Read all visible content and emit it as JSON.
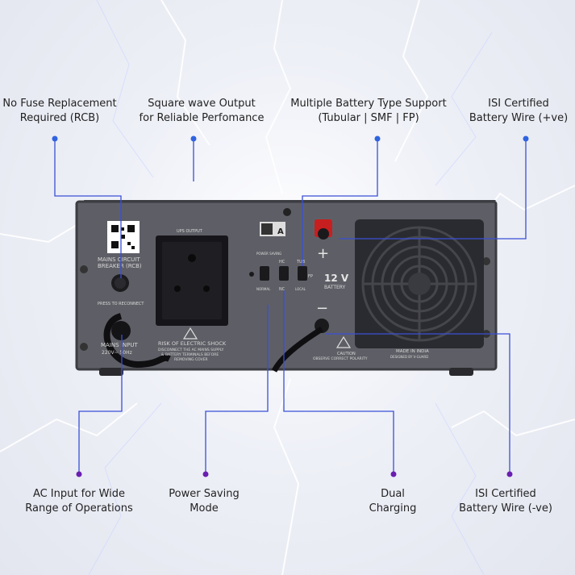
{
  "callouts_top": [
    {
      "id": "rcb",
      "line1": "No Fuse Replacement",
      "line2": "Required (RCB)"
    },
    {
      "id": "square",
      "line1": "Square wave Output",
      "line2": "for Reliable Perfomance"
    },
    {
      "id": "battery-type",
      "line1": "Multiple Battery Type Support",
      "line2": "(Tubular | SMF | FP)"
    },
    {
      "id": "wire-pos",
      "line1": "ISI Certified",
      "line2": "Battery Wire (+ve)"
    }
  ],
  "callouts_bottom": [
    {
      "id": "ac-input",
      "line1": "AC Input for Wide",
      "line2": "Range of Operations"
    },
    {
      "id": "power-saving",
      "line1": "Power Saving",
      "line2": "Mode"
    },
    {
      "id": "dual",
      "line1": "Dual",
      "line2": "Charging"
    },
    {
      "id": "wire-neg",
      "line1": "ISI Certified",
      "line2": "Battery Wire (-ve)"
    }
  ],
  "device": {
    "rcb_label": "MAINS CIRCUIT",
    "rcb_label2": "BREAKER (RCB)",
    "reconnect": "PRESS TO RECONNECT",
    "mains_input": "MAINS INPUT",
    "mains_spec": "220V~ 50Hz",
    "ups_output": "UPS OUTPUT",
    "risk_title": "RISK OF ELECTRIC SHOCK",
    "risk_line1": "DISCONNECT THE AC MAINS SUPPLY",
    "risk_line2": "& BATTERY TERMINALS BEFORE",
    "risk_line3": "REMOVING COVER",
    "power_saving": "POWER SAVING",
    "normal": "NORMAL",
    "hc": "HC",
    "nc": "NC",
    "tub": "TUB",
    "fp": "FP",
    "local": "LOCAL",
    "voltage": "12 V",
    "battery": "BATTERY",
    "plus": "+",
    "minus": "−",
    "caution": "CAUTION",
    "caution_text": "OBSERVE CORRECT POLARITY",
    "made_in": "MADE IN INDIA",
    "designed": "DESIGNED BY V-GUARD",
    "badge": "A"
  },
  "colors": {
    "line": "#3a4fd6",
    "dot_top": "#2f63e0",
    "dot_bottom": "#6a1fb0",
    "device": "#5e5f66"
  }
}
